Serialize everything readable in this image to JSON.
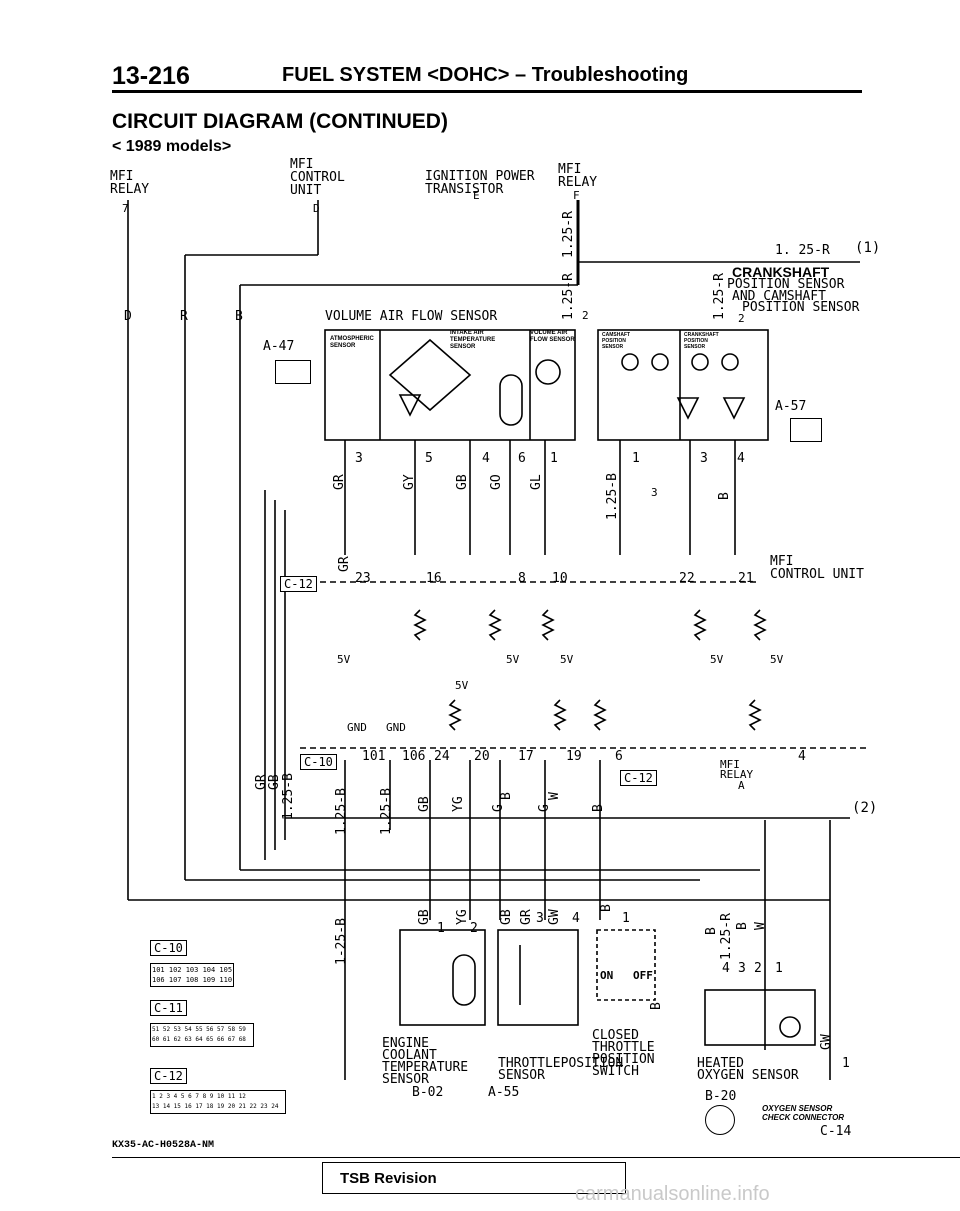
{
  "header": {
    "page_number": "13-216",
    "title": "FUEL SYSTEM <DOHC> – Troubleshooting"
  },
  "section": {
    "title": "CIRCUIT DIAGRAM (CONTINUED)",
    "subtitle": "< 1989 models>"
  },
  "top_labels": {
    "mfi_relay_left_1": "MFI",
    "mfi_relay_left_2": "RELAY",
    "mfi_relay_left_pin": "7",
    "control_unit_1": "MFI",
    "control_unit_2": "CONTROL",
    "control_unit_3": "UNIT",
    "control_unit_pin": "D",
    "ignition_1": "IGNITION POWER",
    "ignition_2": "TRANSISTOR",
    "ignition_pin": "E",
    "mfi_relay_right_1": "MFI",
    "mfi_relay_right_2": "RELAY",
    "mfi_relay_right_pin": "F"
  },
  "wires": {
    "w_125r_a": "1.25-R",
    "w_125r_b": "1. 25-R",
    "w_125r_c": "1.25-R",
    "w_125r_d": "1.25-R",
    "w_125b_a": "1.25-B",
    "w_125b_b": "1.25-B",
    "w_125b_c": "1.25-B",
    "w_125b_d": "1-25-B",
    "w_d": "D",
    "w_r": "R",
    "w_b": "B",
    "gr": "GR",
    "gy": "GY",
    "gb": "GB",
    "go": "GO",
    "gl": "GL",
    "b": "B",
    "yg": "YG",
    "w": "W",
    "gw": "GW",
    "g": "G"
  },
  "components": {
    "vafs": "VOLUME AIR FLOW SENSOR",
    "atm_sensor": "ATMOSPHERIC SENSOR",
    "intake_temp": "INTAKE AIR TEMPERATURE SENSOR",
    "vafs_short": "VOLUME AIR FLOW SENSOR",
    "crank_1": "CRANKSHAFT",
    "crank_2": "POSITION SENSOR",
    "crank_3": "AND CAMSHAFT",
    "crank_4": "POSITION SENSOR",
    "cam_pos": "CAMSHAFT POSITION SENSOR",
    "crank_pos": "CRANKSHAFT POSITION SENSOR",
    "mfi_cu_1": "MFI",
    "mfi_cu_2": "CONTROL UNIT",
    "ect_1": "ENGINE",
    "ect_2": "COOLANT",
    "ect_3": "TEMPERATURE",
    "ect_4": "SENSOR",
    "tps_1": "THROTTLEPOSITION",
    "tps_2": "SENSOR",
    "ctps_1": "CLOSED",
    "ctps_2": "THROTTLE",
    "ctps_3": "POSITION",
    "ctps_4": "SWITCH",
    "on": "ON",
    "off": "OFF",
    "o2_1": "HEATED",
    "o2_2": "OXYGEN SENSOR",
    "o2chk_1": "OXYGEN SENSOR",
    "o2chk_2": "CHECK CONNECTOR",
    "mfi_relay_b": "MFI",
    "mfi_relay_b2": "RELAY",
    "relay_pin": "A",
    "gnd1": "GND",
    "gnd2": "GND",
    "v5_a": "5V",
    "v5_b": "5V",
    "v5_c": "5V",
    "v5_d": "5V",
    "v5_e": "5V",
    "v5_f": "5V"
  },
  "connectors": {
    "a47": "A-47",
    "a57": "A-57",
    "c12a": "C-12",
    "c10a": "C-10",
    "c12b": "C-12",
    "c10_legend": "C-10",
    "c11_legend": "C-11",
    "c12_legend": "C-12",
    "b02": "B-02",
    "a55": "A-55",
    "b20": "B-20",
    "c14": "C-14",
    "c10_row1": "101 102 103 104 105",
    "c10_row2": "106 107 108 109 110",
    "c11_row1": "51 52 53 54 55 56 57 58 59",
    "c11_row2": "60 61 62 63 64 65 66 67 68",
    "c12_row1": "1 2 3 4 5 6 7 8 9 10 11 12",
    "c12_row2": "13 14 15 16 17 18 19 20 21 22 23 24"
  },
  "pins": {
    "p3": "3",
    "p5": "5",
    "p4": "4",
    "p6": "6",
    "p1": "1",
    "p1b": "1",
    "p3b": "3",
    "p4b": "4",
    "p3c": "3",
    "t23": "23",
    "t16": "16",
    "t8": "8",
    "t10": "10",
    "t22": "22",
    "t21": "21",
    "t101": "101",
    "t106": "106",
    "t24": "24",
    "t20": "20",
    "t17": "17",
    "t19": "19",
    "t6": "6",
    "t4": "4",
    "s1": "1",
    "s2": "2",
    "s3": "3",
    "s4": "4",
    "s1b": "1",
    "o4": "4",
    "o3": "3",
    "o2": "2",
    "o1": "1",
    "o1b": "1",
    "p2a": "2",
    "p2b": "2",
    "circ1": "1",
    "circ2": "2"
  },
  "footer": {
    "drawing_code": "KX35-AC-H0528A-NM",
    "tsb": "TSB Revision",
    "watermark": "carmanualsonline.info"
  }
}
